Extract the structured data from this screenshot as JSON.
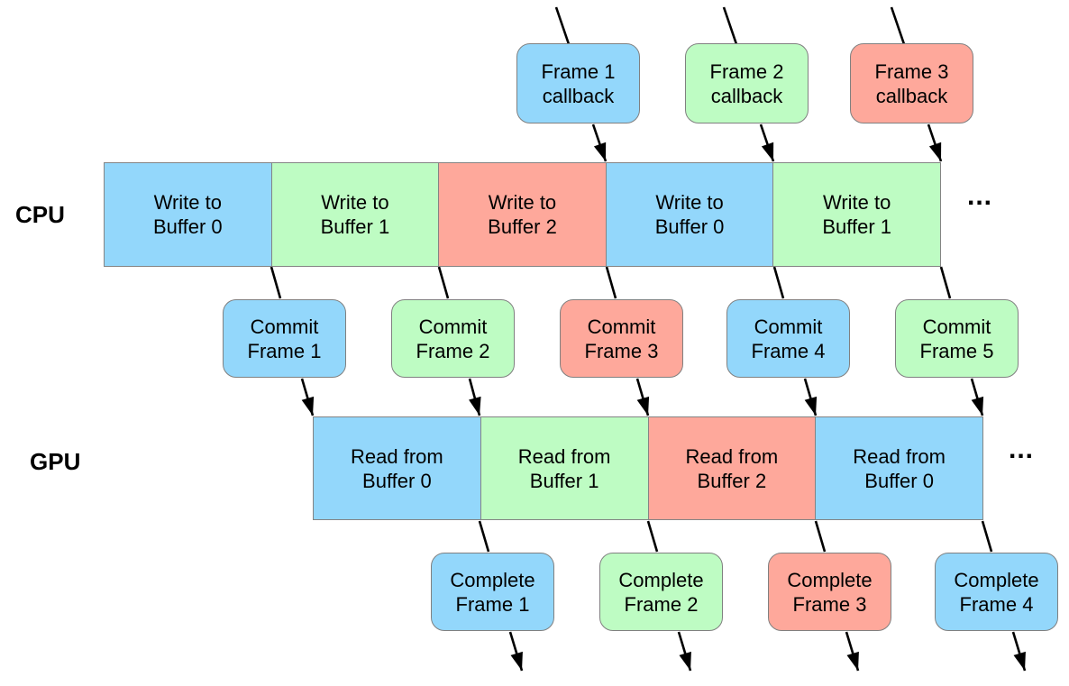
{
  "palette": {
    "blue": "#93D7FB",
    "green": "#BEFCC3",
    "red": "#FEA89B",
    "border": "#808080",
    "arrow": "#000000"
  },
  "rows": {
    "cpu_label": "CPU",
    "gpu_label": "GPU",
    "cpu_ellipsis": "...",
    "gpu_ellipsis": "..."
  },
  "callbacks": [
    {
      "line1": "Frame 1",
      "line2": "callback",
      "color": "blue"
    },
    {
      "line1": "Frame 2",
      "line2": "callback",
      "color": "green"
    },
    {
      "line1": "Frame 3",
      "line2": "callback",
      "color": "red"
    }
  ],
  "cpu_segments": [
    {
      "line1": "Write to",
      "line2": "Buffer 0",
      "color": "blue"
    },
    {
      "line1": "Write to",
      "line2": "Buffer 1",
      "color": "green"
    },
    {
      "line1": "Write to",
      "line2": "Buffer 2",
      "color": "red"
    },
    {
      "line1": "Write to",
      "line2": "Buffer 0",
      "color": "blue"
    },
    {
      "line1": "Write to",
      "line2": "Buffer 1",
      "color": "green"
    }
  ],
  "commits": [
    {
      "line1": "Commit",
      "line2": "Frame 1",
      "color": "blue"
    },
    {
      "line1": "Commit",
      "line2": "Frame 2",
      "color": "green"
    },
    {
      "line1": "Commit",
      "line2": "Frame 3",
      "color": "red"
    },
    {
      "line1": "Commit",
      "line2": "Frame 4",
      "color": "blue"
    },
    {
      "line1": "Commit",
      "line2": "Frame 5",
      "color": "green"
    }
  ],
  "gpu_segments": [
    {
      "line1": "Read from",
      "line2": "Buffer 0",
      "color": "blue"
    },
    {
      "line1": "Read from",
      "line2": "Buffer 1",
      "color": "green"
    },
    {
      "line1": "Read from",
      "line2": "Buffer 2",
      "color": "red"
    },
    {
      "line1": "Read from",
      "line2": "Buffer 0",
      "color": "blue"
    }
  ],
  "completes": [
    {
      "line1": "Complete",
      "line2": "Frame 1",
      "color": "blue"
    },
    {
      "line1": "Complete",
      "line2": "Frame 2",
      "color": "green"
    },
    {
      "line1": "Complete",
      "line2": "Frame 3",
      "color": "red"
    },
    {
      "line1": "Complete",
      "line2": "Frame 4",
      "color": "blue"
    }
  ]
}
